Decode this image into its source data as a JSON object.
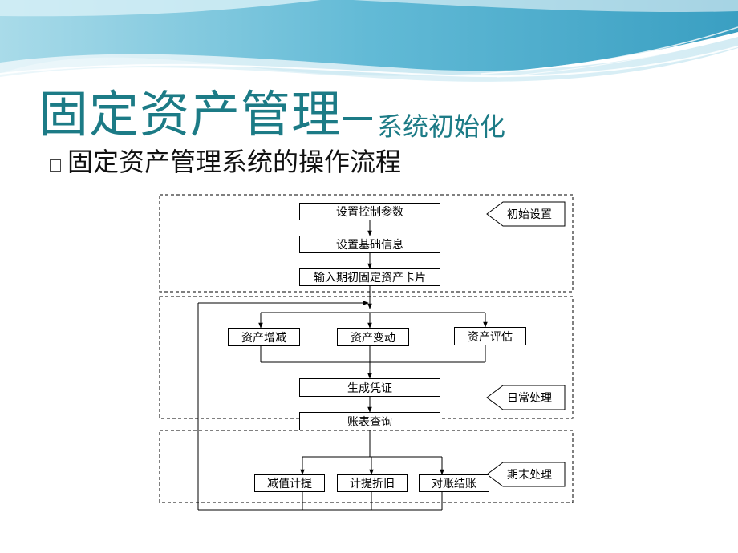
{
  "slide": {
    "title_main": "固定资产管理",
    "title_sub": "系统初始化",
    "subtitle": "固定资产管理系统的操作流程"
  },
  "flow": {
    "step_1": "设置控制参数",
    "step_2": "设置基础信息",
    "step_3": "输入期初固定资产卡片",
    "daily_1": "资产增减",
    "daily_2": "资产变动",
    "daily_3": "资产评估",
    "voucher": "生成凭证",
    "query": "账表查询",
    "end_1": "减值计提",
    "end_2": "计提折旧",
    "end_3": "对账结账"
  },
  "phases": {
    "init": "初始设置",
    "daily": "日常处理",
    "period_end": "期末处理"
  },
  "colors": {
    "title": "#1c7b86",
    "banner_dark": "#4aa8c8",
    "banner_light": "#bfe3ef"
  }
}
